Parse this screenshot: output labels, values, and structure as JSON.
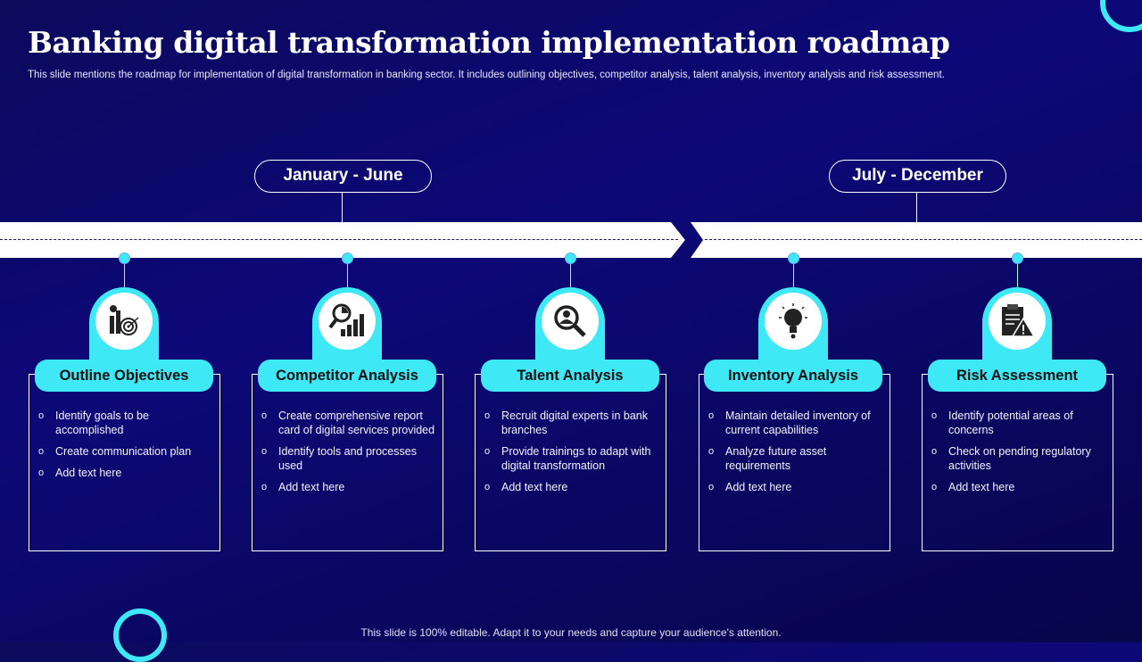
{
  "title": "Banking digital transformation implementation roadmap",
  "subtitle": "This slide mentions the roadmap for implementation of digital transformation in banking sector. It includes outlining objectives, competitor analysis, talent analysis, inventory analysis and risk assessment.",
  "periods": [
    "January - June",
    "July - December"
  ],
  "colors": {
    "accent": "#3ee8f5",
    "background": "#0b0a5c"
  },
  "steps": [
    {
      "label": "Outline Objectives",
      "icon": "target-chart-icon",
      "items": [
        "Identify goals to be accomplished",
        "Create communication plan",
        "Add text here"
      ]
    },
    {
      "label": "Competitor Analysis",
      "icon": "magnifier-chart-icon",
      "items": [
        "Create  comprehensive report card of digital services provided",
        "Identify tools and processes used",
        "Add text here"
      ]
    },
    {
      "label": "Talent Analysis",
      "icon": "person-search-icon",
      "items": [
        "Recruit digital experts in bank branches",
        "Provide trainings to adapt with digital transformation",
        "Add text here"
      ]
    },
    {
      "label": "Inventory Analysis",
      "icon": "brain-bulb-icon",
      "items": [
        "Maintain detailed inventory of current capabilities",
        "Analyze future asset requirements",
        "Add text here"
      ]
    },
    {
      "label": "Risk Assessment",
      "icon": "clipboard-warning-icon",
      "items": [
        "Identify potential areas of concerns",
        "Check on pending regulatory activities",
        "Add text here"
      ]
    }
  ],
  "footer": "This slide is 100% editable. Adapt it to your needs and capture your audience's attention."
}
